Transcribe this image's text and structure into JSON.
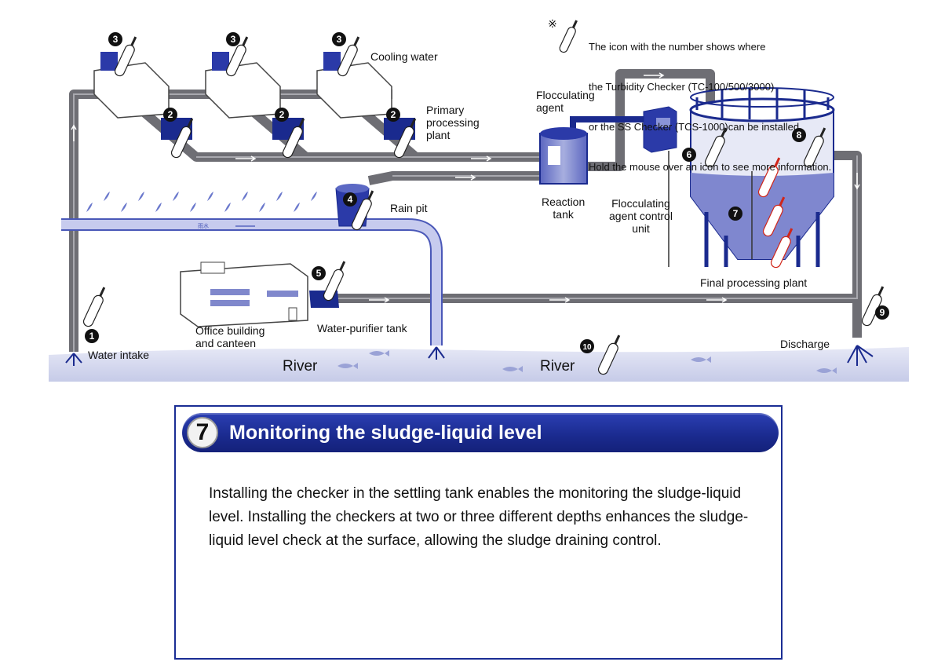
{
  "legend_note": {
    "symbol": "※",
    "lines": [
      "The icon with the number shows where",
      "the Turbidity Checker (TC-100/500/3000)",
      "or the SS Checker (TCS-1000)can be installed.",
      "Hold the mouse over an icon to see more information."
    ]
  },
  "labels": {
    "cooling_water": "Cooling water",
    "primary_plant": "Primary\nprocessing\nplant",
    "flocculating_agent": "Flocculating\nagent",
    "reaction_tank": "Reaction\ntank",
    "control_unit": "Flocculating\nagent control\nunit",
    "rain_pit": "Rain pit",
    "final_plant": "Final processing plant",
    "office": "Office building\nand canteen",
    "purifier": "Water-purifier tank",
    "water_intake": "Water intake",
    "discharge": "Discharge",
    "river_left": "River",
    "river_right": "River",
    "pipe_mark": "雨水"
  },
  "sensor_numbers": [
    "1",
    "2",
    "3",
    "4",
    "5",
    "6",
    "7",
    "8",
    "9",
    "10"
  ],
  "colors": {
    "pipe_gray": "#6e6e74",
    "navy": "#1a2a8e",
    "water": "#d4d8ef",
    "tank_blue": "#8088cc",
    "rain_blue": "#6a78cc",
    "highlight_red": "#d0261a"
  },
  "info": {
    "number": "7",
    "title": "Monitoring the sludge-liquid level",
    "body": "Installing the checker in the settling tank enables the monitoring the sludge-liquid level. Installing the checkers at two or three different depths enhances the sludge-liquid level check at the surface, allowing the sludge draining control."
  }
}
